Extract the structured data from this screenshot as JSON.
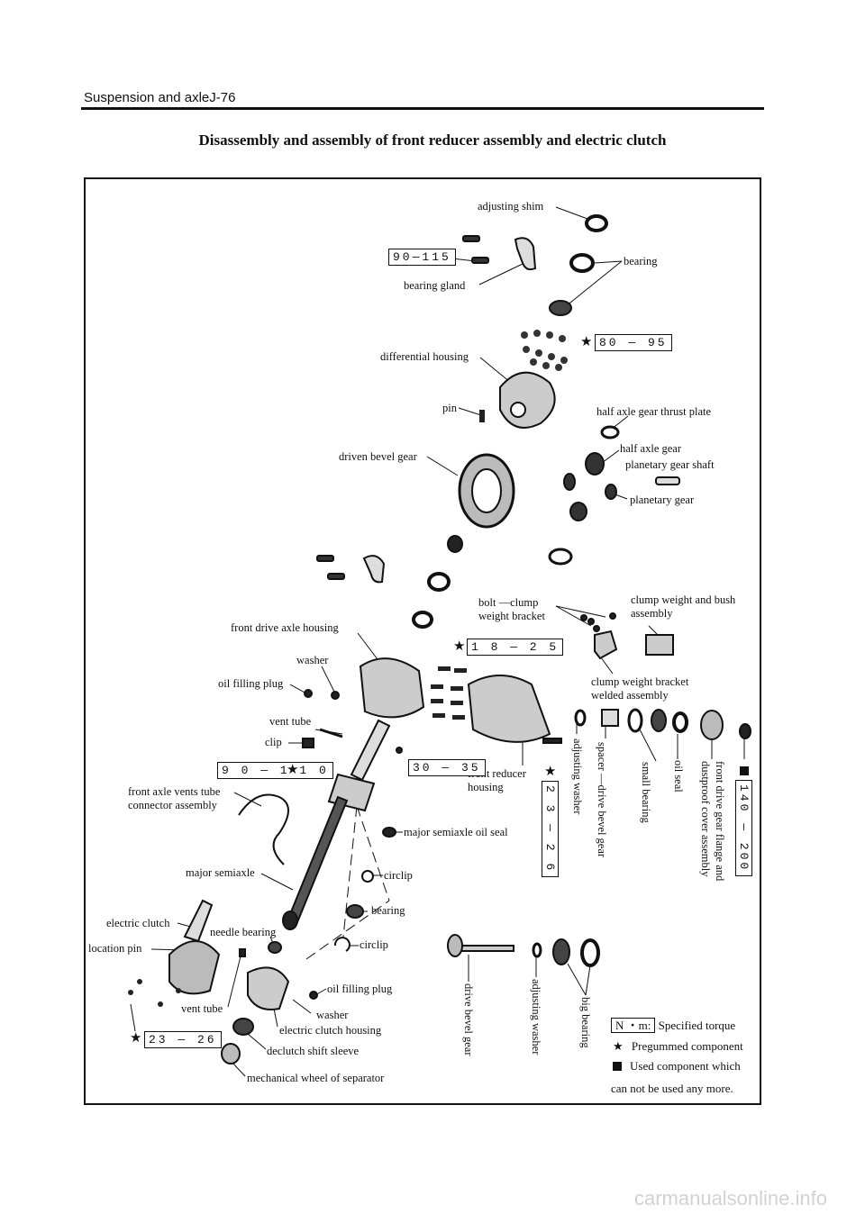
{
  "page": {
    "header": "Suspension and axleJ-76",
    "title": "Disassembly and assembly of front reducer assembly and electric clutch",
    "watermark": "carmanualsonline.info"
  },
  "labels": {
    "adjusting_shim": "adjusting shim",
    "bearing_top": "bearing",
    "bearing_gland": "bearing gland",
    "differential_housing": "differential housing",
    "pin": "pin",
    "half_axle_gear_thrust_plate": "half axle gear thrust plate",
    "half_axle_gear": "half axle gear",
    "planetary_gear_shaft": "planetary gear shaft",
    "planetary_gear": "planetary gear",
    "driven_bevel_gear": "driven bevel gear",
    "bolt_clump_line1": "bolt   —clump",
    "bolt_clump_line2": "weight bracket",
    "clump_weight_bush_line1": "clump weight and bush",
    "clump_weight_bush_line2": "assembly",
    "front_drive_axle_housing": "front drive axle housing",
    "washer_top": "washer",
    "oil_filling_plug_top": "oil filling plug",
    "clump_weight_bracket_line1": "clump  weight  bracket",
    "clump_weight_bracket_line2": "welded assembly",
    "vent_tube_top": "vent tube",
    "clip": "clip",
    "front_reducer_housing_line1": "front reducer",
    "front_reducer_housing_line2": "housing",
    "adjusting_washer_right": "adjusting washer",
    "spacer_drive_bevel_gear": "spacer —drive bevel gear",
    "small_bearing": "small bearing",
    "oil_seal": "oil seal",
    "front_drive_gear_flange_line1": "front  drive  gear  flange  and",
    "front_drive_gear_flange_line2": "dustproof cover assembly",
    "front_axle_vents_line1": "front axle vents tube",
    "front_axle_vents_line2": "connector assembly",
    "major_semiaxle_oil_seal": "major semiaxle oil seal",
    "major_semiaxle": "major semiaxle",
    "circlip_upper": "circlip",
    "bearing_mid": "bearing",
    "electric_clutch": "electric clutch",
    "needle_bearing": "needle bearing",
    "circlip_lower": "circlip",
    "location_pin": "location pin",
    "oil_filling_plug_bottom": "oil filling plug",
    "vent_tube_bottom": "vent tube",
    "washer_bottom": "washer",
    "electric_clutch_housing": "electric clutch housing",
    "declutch_shift_sleeve": "declutch shift sleeve",
    "mechanical_wheel": "mechanical wheel of separator",
    "drive_bevel_gear": "drive bevel gear",
    "adjusting_washer_bottom": "adjusting washer",
    "big_bearing": "big bearing"
  },
  "torques": {
    "t_90_115": "90—115",
    "t_80_95": "80 — 95",
    "t_18_25": "1 8 — 2 5",
    "t_90_110": "9 0 — 1 1 0",
    "t_30_35": "30 — 35",
    "t_23_26_v": "2 3 — 2 6",
    "t_140_200": "140 — 200",
    "t_23_26_h": "23 — 26"
  },
  "legend": {
    "unit_box": "N ・m:",
    "unit_text": "Specified torque",
    "star_symbol": "★",
    "star_text": "Pregummed component",
    "square_text": "Used component which",
    "square_text2": "can not be used any more."
  }
}
